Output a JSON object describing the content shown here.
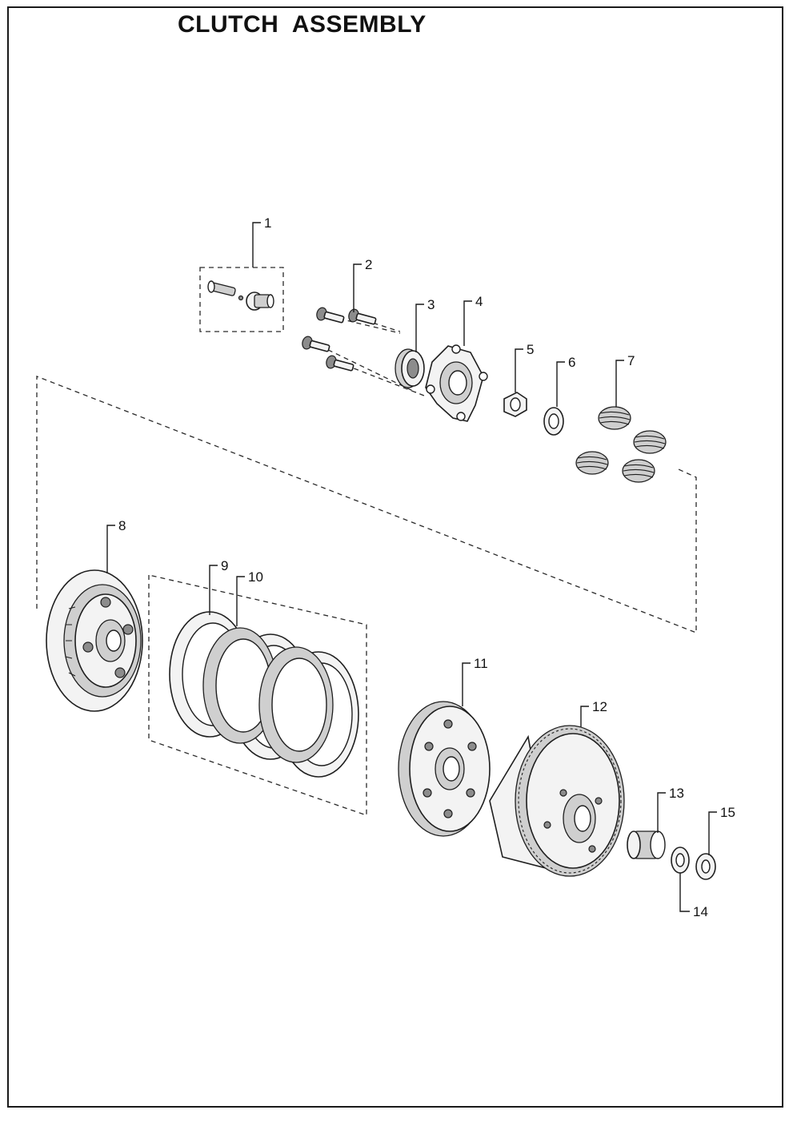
{
  "title": "CLUTCH  ASSEMBLY",
  "callouts": [
    "1",
    "2",
    "3",
    "4",
    "5",
    "6",
    "7",
    "8",
    "9",
    "10",
    "11",
    "12",
    "13",
    "14",
    "15"
  ]
}
